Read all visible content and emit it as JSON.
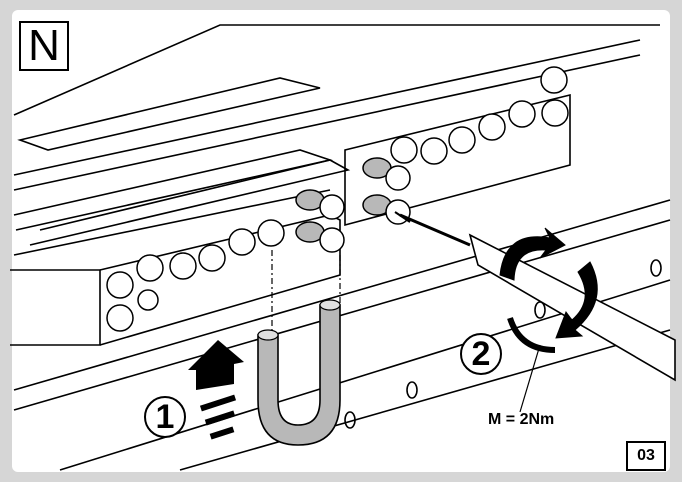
{
  "figure": {
    "corner_label": "N",
    "page_number": "03",
    "steps": [
      {
        "number": "1",
        "action": "insert-conductor"
      },
      {
        "number": "2",
        "action": "tighten-screw"
      }
    ],
    "torque_label": "M = 2Nm"
  },
  "colors": {
    "frame_bg": "#d6d6d6",
    "line": "#000000",
    "conductor": "#b8b8b8",
    "background": "#ffffff"
  },
  "icons": [
    "arrow-up-icon",
    "rotation-arrow-icon",
    "screwdriver-icon",
    "terminal-screw-icon",
    "u-conductor-icon"
  ]
}
